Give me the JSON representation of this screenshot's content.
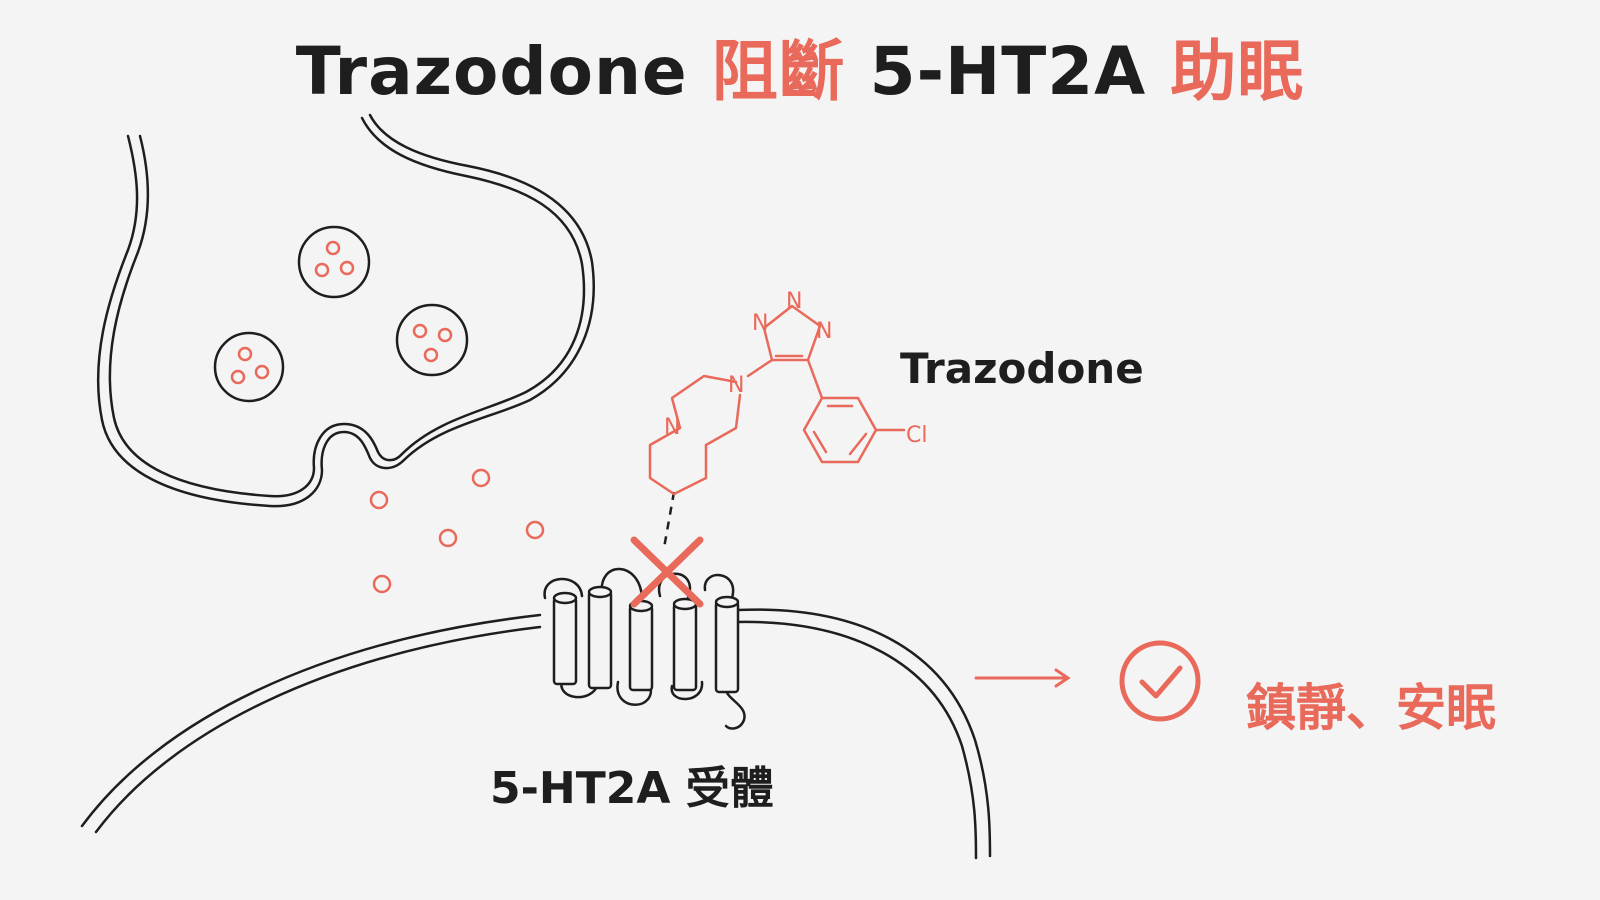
{
  "title": {
    "part1": "Trazodone",
    "part2": "阻斷",
    "part3": "5-HT2A",
    "part4": "助眠"
  },
  "labels": {
    "drug_name": "Trazodone",
    "receptor": "5-HT2A 受體",
    "effect": "鎮靜、安眠",
    "atom_n": "N",
    "atom_cl": "Cl"
  },
  "colors": {
    "accent": "#e9695a",
    "ink": "#1e1e1e",
    "background": "#f4f4f4"
  },
  "icons": {
    "block": "cross-icon",
    "result": "check-circle-icon",
    "flow": "arrow-right-icon"
  }
}
